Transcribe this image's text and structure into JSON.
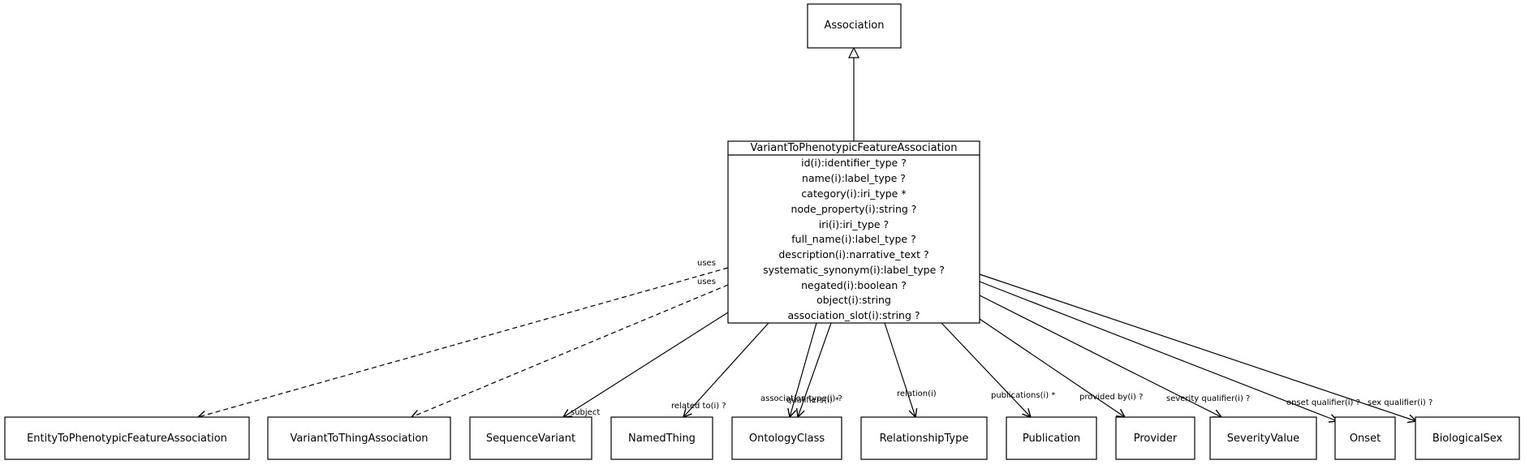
{
  "diagram": {
    "parent": {
      "name": "Association"
    },
    "main": {
      "name": "VariantToPhenotypicFeatureAssociation",
      "slots": [
        "id(i):identifier_type ?",
        "name(i):label_type ?",
        "category(i):iri_type *",
        "node_property(i):string ?",
        "iri(i):iri_type ?",
        "full_name(i):label_type ?",
        "description(i):narrative_text ?",
        "systematic_synonym(i):label_type ?",
        "negated(i):boolean ?",
        "object(i):string",
        "association_slot(i):string ?"
      ]
    },
    "targets": [
      {
        "name": "EntityToPhenotypicFeatureAssociation",
        "edge_label": "uses",
        "style": "dashed"
      },
      {
        "name": "VariantToThingAssociation",
        "edge_label": "uses",
        "style": "dashed"
      },
      {
        "name": "SequenceVariant",
        "edge_label": "subject",
        "style": "solid"
      },
      {
        "name": "NamedThing",
        "edge_label": "related to(i) ?",
        "style": "solid"
      },
      {
        "name": "OntologyClass",
        "edge_label": "association type(i) ?",
        "style": "solid"
      },
      {
        "name": "OntologyClass",
        "edge_label": "qualifiers(i) *",
        "style": "solid"
      },
      {
        "name": "RelationshipType",
        "edge_label": "relation(i)",
        "style": "solid"
      },
      {
        "name": "Publication",
        "edge_label": "publications(i) *",
        "style": "solid"
      },
      {
        "name": "Provider",
        "edge_label": "provided by(i) ?",
        "style": "solid"
      },
      {
        "name": "SeverityValue",
        "edge_label": "severity qualifier(i) ?",
        "style": "solid"
      },
      {
        "name": "Onset",
        "edge_label": "onset qualifier(i) ?",
        "style": "solid"
      },
      {
        "name": "BiologicalSex",
        "edge_label": "sex qualifier(i) ?",
        "style": "solid"
      }
    ]
  }
}
